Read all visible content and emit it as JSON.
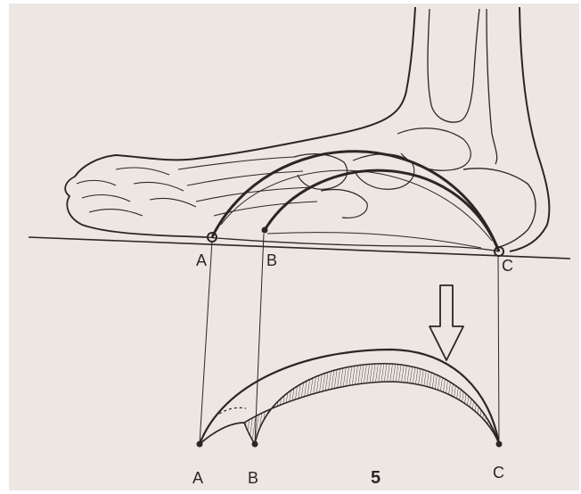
{
  "figure": {
    "number": "5"
  },
  "upper_labels": {
    "a": "A",
    "b": "B",
    "c": "C"
  },
  "lower_labels": {
    "a": "A",
    "b": "B",
    "c": "C"
  },
  "colors": {
    "ink": "#2b2626",
    "paper": "#ece7e2",
    "hatch": "#3a3434"
  }
}
